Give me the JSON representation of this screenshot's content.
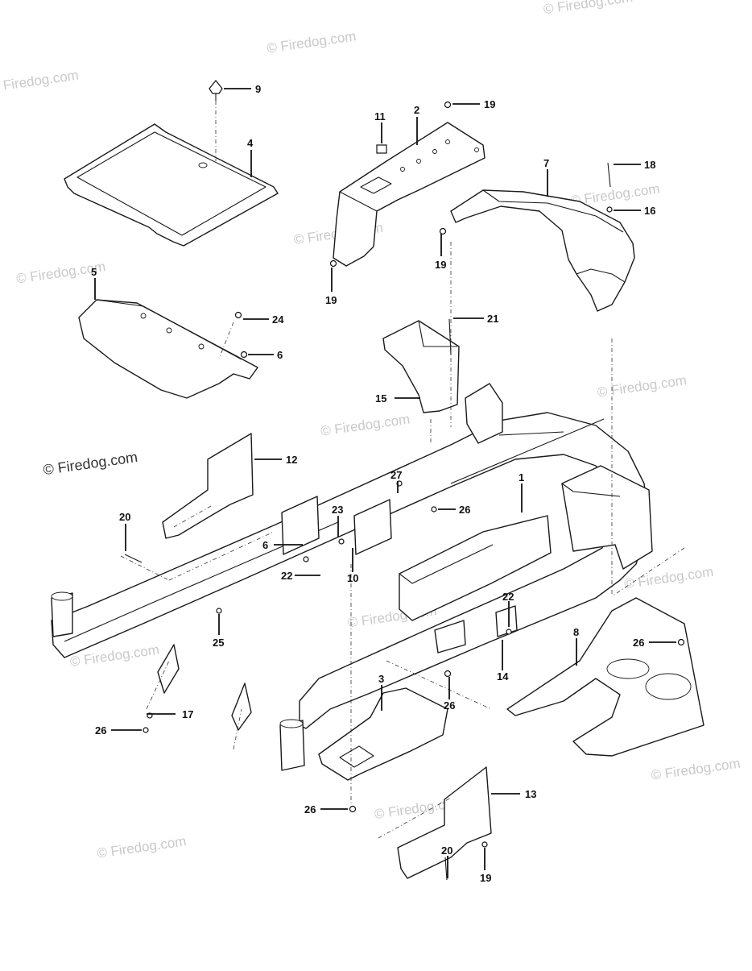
{
  "watermarks": [
    "© Firedog.com",
    "© Firedog.com",
    "© Firedog.com",
    "© Firedog.com",
    "© Firedog.com",
    "© Firedog.com",
    "© Firedog.com",
    "© Firedog.com",
    "© Firedog.com",
    "© Firedog.com",
    "© Firedog.com",
    "© Firedog.com",
    "© Firedog.com",
    "© Firedog.com",
    "© Firedog.com"
  ],
  "callouts": [
    "9",
    "4",
    "11",
    "2",
    "19",
    "7",
    "18",
    "16",
    "19",
    "19",
    "5",
    "24",
    "6",
    "21",
    "15",
    "12",
    "20",
    "27",
    "1",
    "23",
    "26",
    "6",
    "10",
    "22",
    "25",
    "22",
    "8",
    "26",
    "14",
    "3",
    "26",
    "17",
    "26",
    "13",
    "26",
    "20",
    "19"
  ],
  "colors": {
    "line": "#1a1a1a",
    "watermark": "#c9c9c9",
    "background": "#ffffff"
  }
}
